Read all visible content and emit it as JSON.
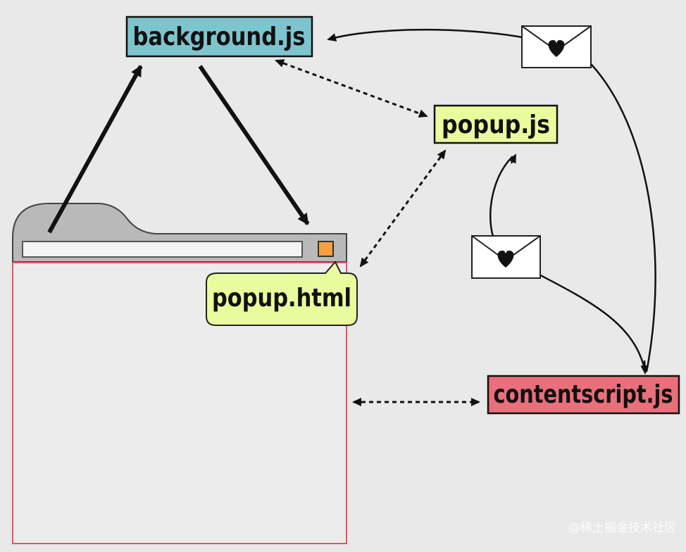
{
  "nodes": {
    "background": {
      "label": "background.js",
      "color": "#7ec4cf"
    },
    "popup_js": {
      "label": "popup.js",
      "color": "#e9fb9d"
    },
    "popup_html": {
      "label": "popup.html",
      "color": "#e9fb9d"
    },
    "contentscript": {
      "label": "contentscript.js",
      "color": "#e86f7b"
    }
  },
  "browser": {
    "tab_color": "#b9b9b9",
    "page_border_color": "#e45563",
    "extension_button_color": "#f5a041"
  },
  "messages": [
    {
      "icon": "envelope-heart-icon"
    },
    {
      "icon": "envelope-heart-icon"
    }
  ],
  "watermark": "@稀土掘金技术社区"
}
